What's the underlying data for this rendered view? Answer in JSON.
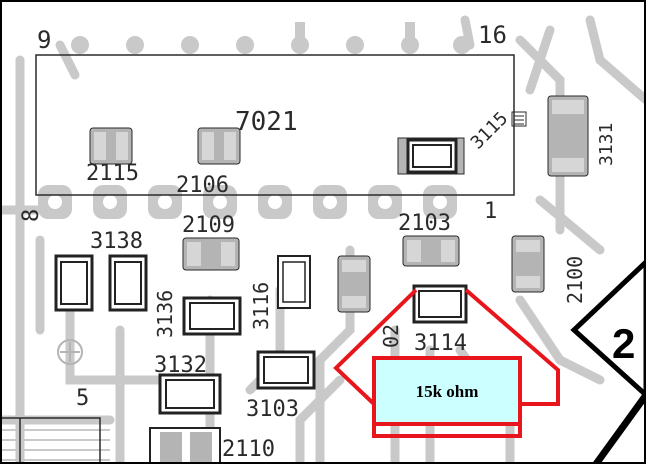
{
  "board": {
    "labels": {
      "l9": "9",
      "l16": "16",
      "l7021": "7021",
      "l3115": "3115",
      "l3131": "3131",
      "l2115": "2115",
      "l2106": "2106",
      "l8": "8",
      "l2109": "2109",
      "l3138": "3138",
      "l2103": "2103",
      "l1": "1",
      "l2100": "2100",
      "l3136": "3136",
      "l3116": "3116",
      "l02": "02",
      "l3114": "3114",
      "l3132": "3132",
      "l5": "5",
      "l3103": "3103",
      "l2110": "2110",
      "l2": "2"
    }
  },
  "callout": {
    "text": "15k ohm",
    "outline_color": "#e8161c",
    "fill_color": "#ccffff"
  },
  "colors": {
    "trace": "#c9c9c9",
    "pad": "#b4b4b4",
    "component": "#222222",
    "background": "#ffffff"
  }
}
